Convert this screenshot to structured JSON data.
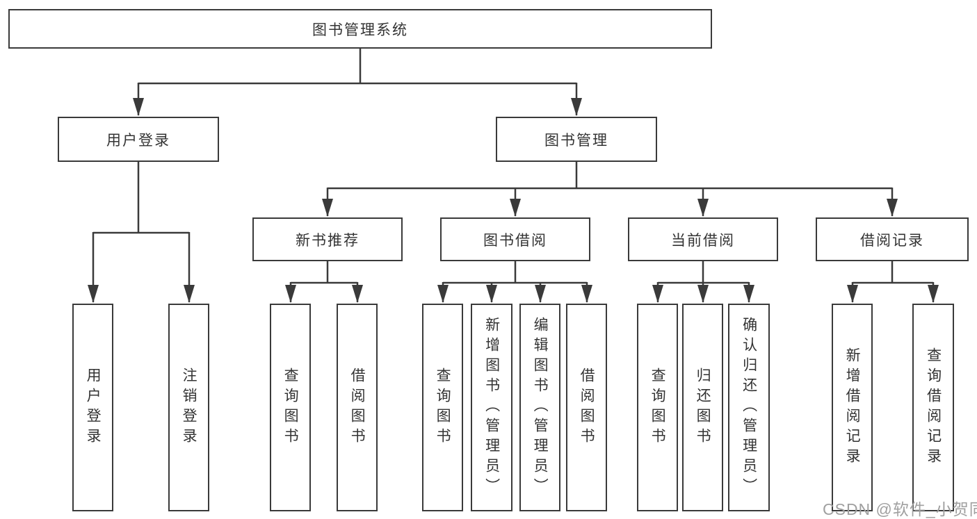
{
  "diagram": {
    "root": {
      "label": "图书管理系统"
    },
    "branches": [
      {
        "label": "用户登录",
        "children": [
          {
            "label": "用户登录"
          },
          {
            "label": "注销登录"
          }
        ]
      },
      {
        "label": "图书管理",
        "children": [
          {
            "label": "新书推荐",
            "children": [
              {
                "label": "查询图书"
              },
              {
                "label": "借阅图书"
              }
            ]
          },
          {
            "label": "图书借阅",
            "children": [
              {
                "label": "查询图书"
              },
              {
                "label": "新增图书（管理员）"
              },
              {
                "label": "编辑图书（管理员）"
              },
              {
                "label": "借阅图书"
              }
            ]
          },
          {
            "label": "当前借阅",
            "children": [
              {
                "label": "查询图书"
              },
              {
                "label": "归还图书"
              },
              {
                "label": "确认归还（管理员）"
              }
            ]
          },
          {
            "label": "借阅记录",
            "children": [
              {
                "label": "新增借阅记录"
              },
              {
                "label": "查询借阅记录"
              }
            ]
          }
        ]
      }
    ]
  },
  "watermark": {
    "text": "CSDN @软件_小贺同学"
  },
  "colors": {
    "line": "#3a3a3a",
    "node_border": "#3a3a3a",
    "text": "#333333",
    "watermark": "#a0a0a0",
    "background": "#ffffff"
  }
}
